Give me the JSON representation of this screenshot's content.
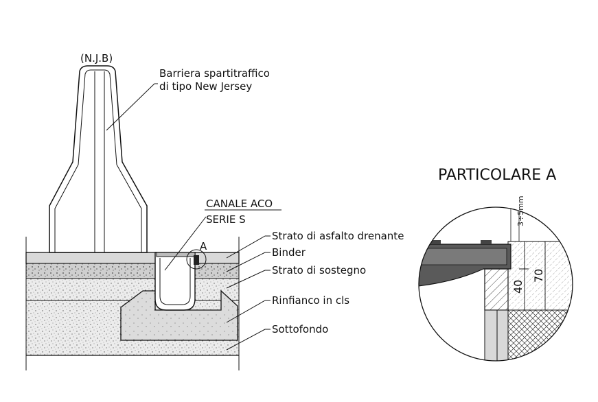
{
  "diagram": {
    "barrier_tag": "(N.J.B)",
    "barrier_label_line1": "Barriera spartitraffico",
    "barrier_label_line2": "di tipo New Jersey",
    "channel_label_line1": "CANALE ACO",
    "channel_label_line2": "SERIE S",
    "detail_marker": "A",
    "layers": [
      "Strato di asfalto drenante",
      "Binder",
      "Strato di sostegno",
      "Rinfianco in cls",
      "Sottofondo"
    ],
    "detail_title": "PARTICOLARE A",
    "detail_gap": "3÷5mm",
    "detail_dim_40": "40",
    "detail_dim_70": "70"
  }
}
